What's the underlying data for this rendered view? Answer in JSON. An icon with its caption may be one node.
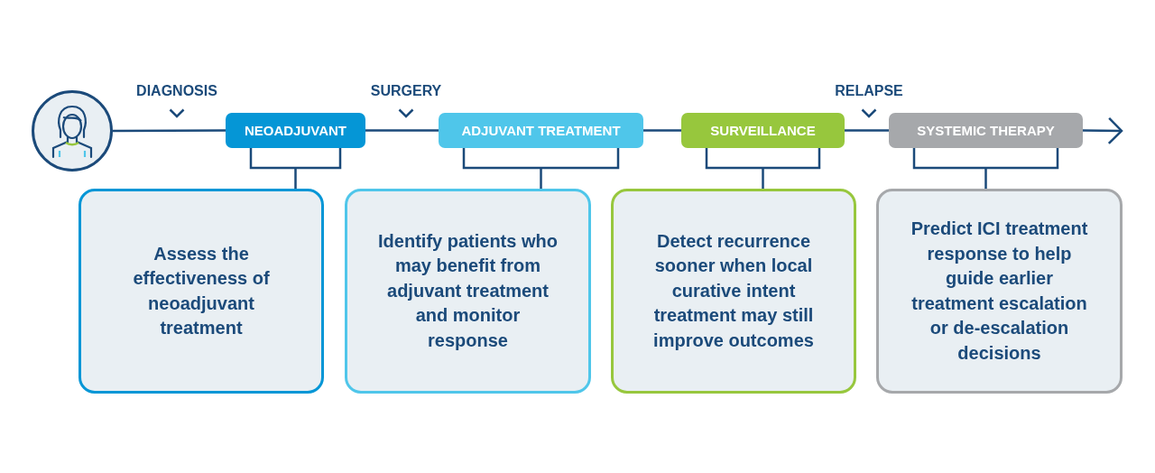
{
  "diagram": {
    "nodes": [
      {
        "text": [],
        "shape": "person"
      },
      {
        "text": [
          "NEOADJUVANT"
        ]
      },
      {
        "text": [
          "ADJUVANT TREATMENT"
        ]
      },
      {
        "text": [
          "SURVEILLANCE"
        ]
      },
      {
        "text": [
          "SYSTEMIC THERAPY"
        ]
      },
      {
        "text": [
          "Assess the effectiveness of neoadjuvant treatment"
        ]
      },
      {
        "text": [
          "Identify patients who may benefit from adjuvant treatment and monitor response"
        ]
      },
      {
        "text": [
          "Detect recurrence sooner when local curative intent treatment may still improve outcomes"
        ]
      },
      {
        "text": [
          "Predict ICI treatment response to help guide earlier treatment escalation or de-escalation decisions"
        ]
      }
    ],
    "edges": [
      {
        "from": 0,
        "to": 1,
        "arrow": "none"
      },
      {
        "from": 1,
        "to": 2,
        "arrow": "none"
      },
      {
        "from": 2,
        "to": 3,
        "arrow": "none"
      },
      {
        "from": 3,
        "to": 4,
        "arrow": "none"
      },
      {
        "from": 4,
        "to": null,
        "arrow": "to"
      },
      {
        "from": 1,
        "to": 5,
        "arrow": "none"
      },
      {
        "from": 2,
        "to": 6,
        "arrow": "none"
      },
      {
        "from": 3,
        "to": 7,
        "arrow": "none"
      },
      {
        "from": 4,
        "to": 8,
        "arrow": "none"
      }
    ],
    "labels": [
      "DIAGNOSIS",
      "SURGERY",
      "RELAPSE"
    ]
  }
}
